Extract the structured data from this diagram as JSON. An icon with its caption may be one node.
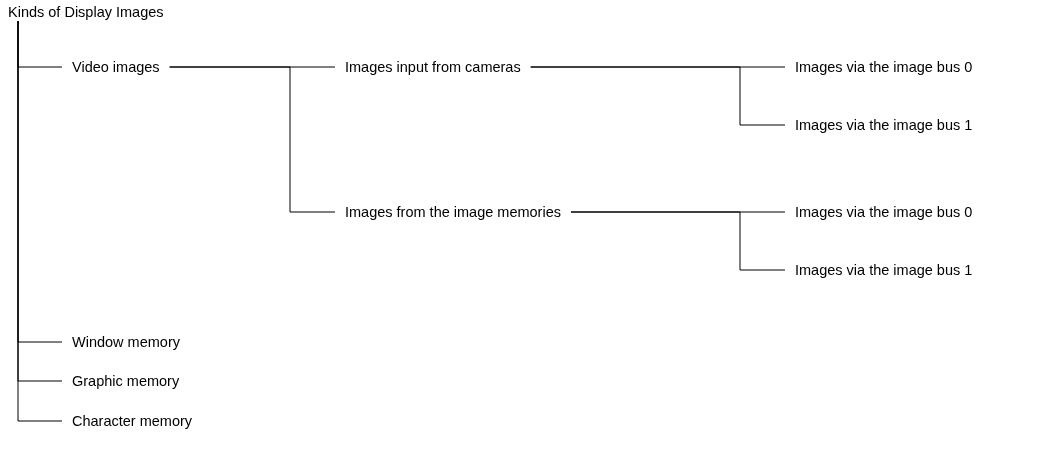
{
  "diagram": {
    "nodes": [
      {
        "text": [
          "Kinds of Display Images"
        ]
      },
      {
        "text": [
          "Video images"
        ]
      },
      {
        "text": [
          "Images input from cameras"
        ]
      },
      {
        "text": [
          "Images via the image bus 0"
        ]
      },
      {
        "text": [
          "Images via the image bus 1"
        ]
      },
      {
        "text": [
          "Images from the image memories"
        ]
      },
      {
        "text": [
          "Images via the image bus 0"
        ]
      },
      {
        "text": [
          "Images via the image bus 1"
        ]
      },
      {
        "text": [
          "Window memory"
        ]
      },
      {
        "text": [
          "Graphic memory"
        ]
      },
      {
        "text": [
          "Character memory"
        ]
      }
    ],
    "edges": [
      {
        "from": 0,
        "to": 1,
        "arrow": "none"
      },
      {
        "from": 1,
        "to": 2,
        "arrow": "none"
      },
      {
        "from": 2,
        "to": 3,
        "arrow": "none"
      },
      {
        "from": 2,
        "to": 4,
        "arrow": "none"
      },
      {
        "from": 1,
        "to": 5,
        "arrow": "none"
      },
      {
        "from": 5,
        "to": 6,
        "arrow": "none"
      },
      {
        "from": 5,
        "to": 7,
        "arrow": "none"
      },
      {
        "from": 0,
        "to": 8,
        "arrow": "none"
      },
      {
        "from": 0,
        "to": 9,
        "arrow": "none"
      },
      {
        "from": 0,
        "to": 10,
        "arrow": "none"
      }
    ]
  }
}
